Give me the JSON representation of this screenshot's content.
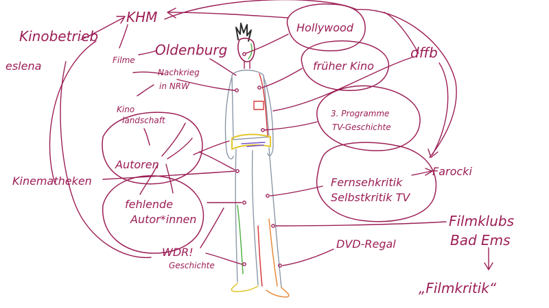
{
  "colors": {
    "ink": "#9b1d55",
    "background": "#ffffff",
    "figure_head": "#2b2b2b",
    "figure_body": "#8b98a8",
    "figure_red": "#d8383a",
    "figure_purple": "#7a55c8",
    "figure_yellow": "#e1c52a",
    "figure_green": "#55b24a",
    "figure_orange": "#e68a3a"
  },
  "labels": {
    "khm": "KHM",
    "hollywood": "Hollywood",
    "kinobetrieb": "Kinobetrieb",
    "eslena": "eslena",
    "filme": "Filme",
    "oldenburg": "Oldenburg",
    "nachkrieg": "Nachkrieg",
    "in_nrw": "in NRW",
    "frueher_kino": "früher Kino",
    "dffb": "dffb",
    "kino_landschaft_1": "Kino",
    "kino_landschaft_2": "landschaft",
    "programme": "3. Programme",
    "tv_geschichte": "TV-Geschichte",
    "autoren": "Autoren",
    "kinematheken": "Kinematheken",
    "fernsehkritik": "Fernsehkritik",
    "selbstkritik_tv": "Selbstkritik TV",
    "farocki": "Farocki",
    "fehlende": "fehlende",
    "autor_innen": "Autor*innen",
    "filmklubs": "Filmklubs",
    "bad_ems": "Bad Ems",
    "wdr": "WDR!",
    "geschichte": "Geschichte",
    "dvd_regal": "DVD-Regal",
    "filmkritik": "„Filmkritik“"
  }
}
